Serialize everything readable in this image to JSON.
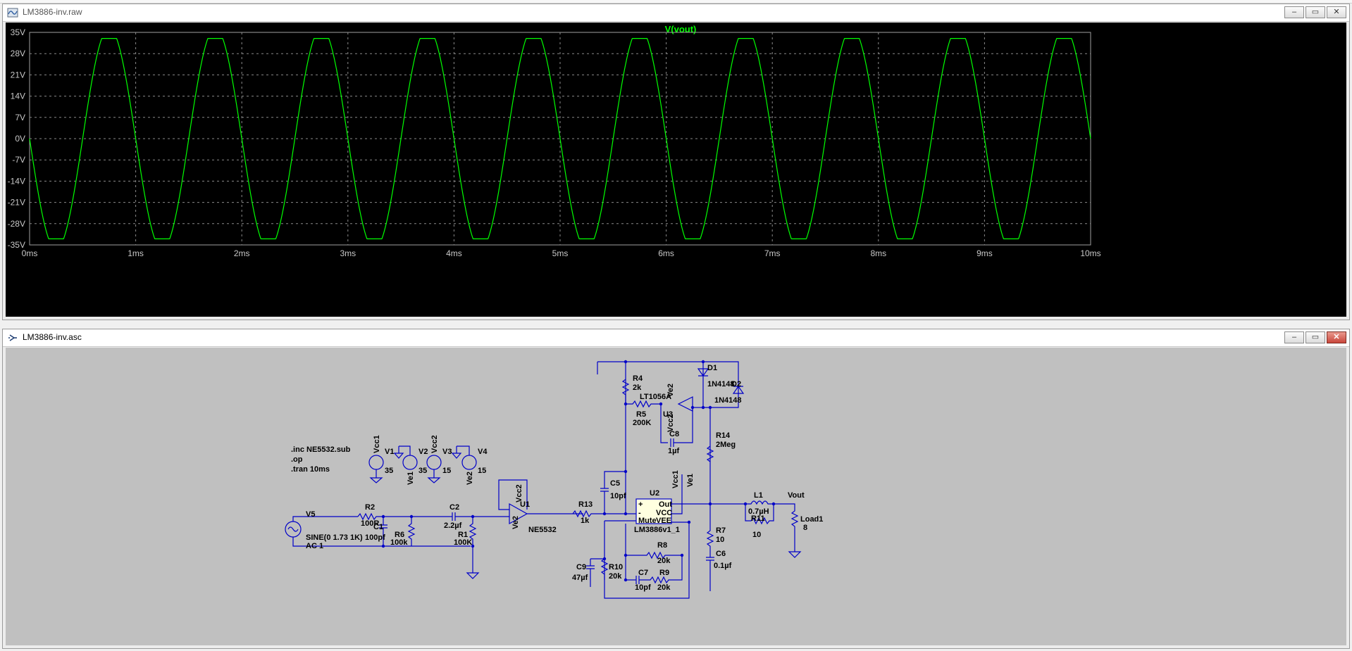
{
  "waveform_window": {
    "title": "LM3886-inv.raw",
    "trace_name": "V(vout)",
    "trace_color": "#00ff00",
    "background": "#000000"
  },
  "schematic_window": {
    "title": "LM3886-inv.asc",
    "wire_color": "#0000c8",
    "background": "#c0c0c0",
    "directives": [
      ".inc NE5532.sub",
      ".op",
      ".tran 10ms"
    ],
    "components": {
      "V1": {
        "name": "V1",
        "value": "35",
        "net": "Vcc1"
      },
      "V2": {
        "name": "V2",
        "value": "35",
        "net": "Ve1"
      },
      "V3": {
        "name": "V3",
        "value": "15",
        "net": "Vcc2"
      },
      "V4": {
        "name": "V4",
        "value": "15",
        "net": "Ve2"
      },
      "V5": {
        "name": "V5",
        "value": "SINE(0 1.73 1K)",
        "ac": "AC 1"
      },
      "R2": {
        "name": "R2",
        "value": "100R"
      },
      "C1": {
        "name": "C1",
        "value": "100pf"
      },
      "R6": {
        "name": "R6",
        "value": "100k"
      },
      "C2": {
        "name": "C2",
        "value": "2.2µf"
      },
      "R1": {
        "name": "R1",
        "value": "100K"
      },
      "U1": {
        "name": "U1",
        "value": "NE5532"
      },
      "R13": {
        "name": "R13",
        "value": "1k"
      },
      "C5": {
        "name": "C5",
        "value": "10pf"
      },
      "U2": {
        "name": "U2",
        "value": "LM3886v1_1"
      },
      "R4": {
        "name": "R4",
        "value": "2k"
      },
      "R5": {
        "name": "R5",
        "value": "200K"
      },
      "U3": {
        "name": "U3",
        "value": "LT1056A"
      },
      "C8": {
        "name": "C8",
        "value": "1µf"
      },
      "D1": {
        "name": "D1",
        "value": "1N4148"
      },
      "D2": {
        "name": "D2",
        "value": "1N4148"
      },
      "R14": {
        "name": "R14",
        "value": "2Meg"
      },
      "L1": {
        "name": "L1",
        "value": "0.7µH"
      },
      "R11": {
        "name": "R11",
        "value": "10"
      },
      "Load1": {
        "name": "Load1",
        "value": "8"
      },
      "R7": {
        "name": "R7",
        "value": "10"
      },
      "C6": {
        "name": "C6",
        "value": "0.1µf"
      },
      "R8": {
        "name": "R8",
        "value": "20k"
      },
      "R9": {
        "name": "R9",
        "value": "20k"
      },
      "R10": {
        "name": "R10",
        "value": "20k"
      },
      "C7": {
        "name": "C7",
        "value": "10pf"
      },
      "C9": {
        "name": "C9",
        "value": "47µf"
      }
    },
    "u2_pins": {
      "plus": "+",
      "minus": "-",
      "mute": "Mute",
      "out": "Out",
      "vcc": "VCC",
      "vee": "VEE"
    },
    "net_labels": {
      "vout": "Vout",
      "vcc1": "Vcc1",
      "ve1": "Ve1",
      "vcc2": "Vcc2",
      "ve2": "Ve2"
    }
  },
  "chart_data": {
    "type": "line",
    "title": "V(vout)",
    "xlabel": "",
    "ylabel": "",
    "x_ticks": [
      "0ms",
      "1ms",
      "2ms",
      "3ms",
      "4ms",
      "5ms",
      "6ms",
      "7ms",
      "8ms",
      "9ms",
      "10ms"
    ],
    "y_ticks": [
      "35V",
      "28V",
      "21V",
      "14V",
      "7V",
      "0V",
      "-7V",
      "-14V",
      "-21V",
      "-28V",
      "-35V"
    ],
    "xlim": [
      0,
      10
    ],
    "ylim": [
      -35,
      35
    ],
    "grid": true,
    "series": [
      {
        "name": "V(vout)",
        "color": "#00ff00",
        "frequency_khz": 1,
        "amplitude_v": 36.5,
        "clip_level_v": 33,
        "phase": "inverted"
      }
    ]
  }
}
